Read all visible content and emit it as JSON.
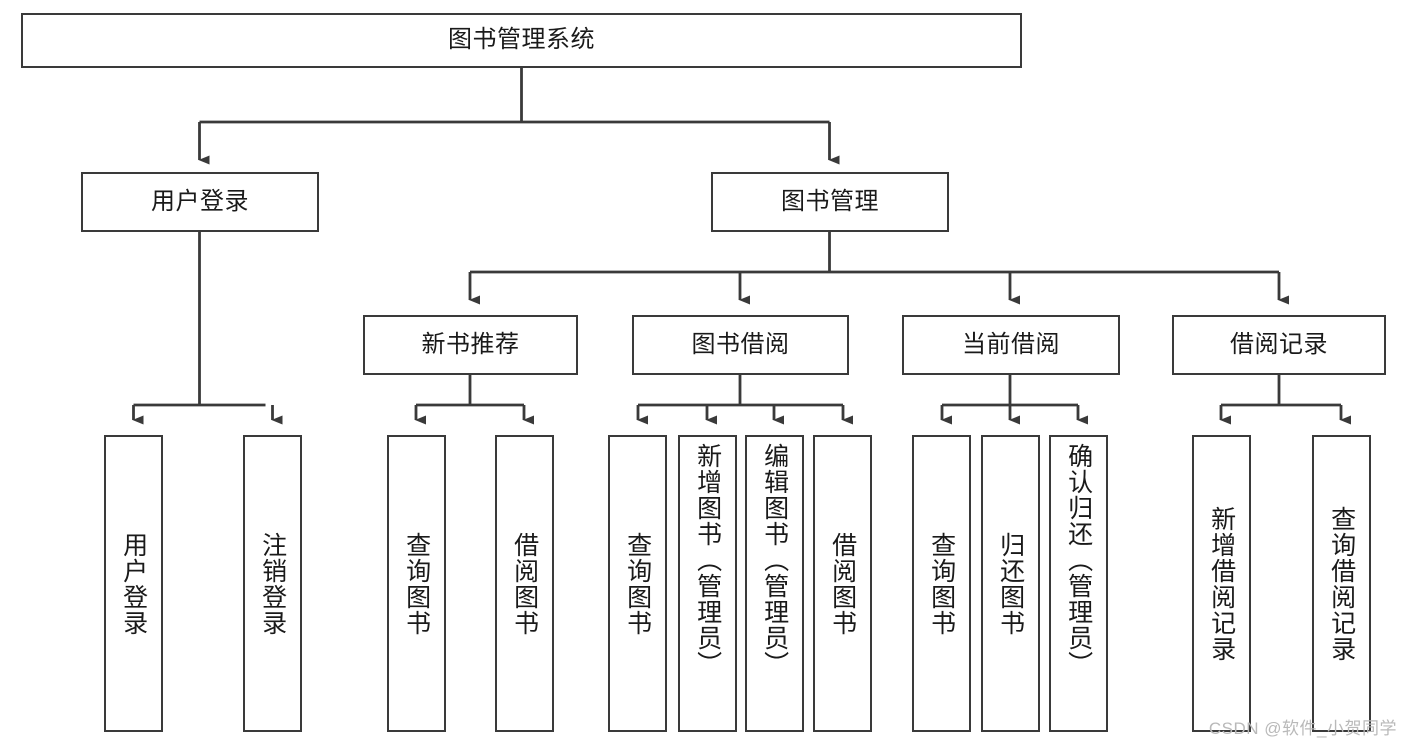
{
  "diagram": {
    "type": "tree",
    "title": "图书管理系统",
    "watermark": "CSDN @软件_小贺同学",
    "colors": {
      "node_border": "#3a3a3a",
      "node_fill": "#ffffff",
      "edge": "#3a3a3a",
      "text": "#1a1a1a",
      "watermark": "#b9b9b9",
      "background": "#ffffff"
    },
    "levels": {
      "root": {
        "label": "图书管理系统"
      },
      "level2": [
        {
          "label": "用户登录"
        },
        {
          "label": "图书管理"
        }
      ],
      "level3": [
        {
          "label": "新书推荐"
        },
        {
          "label": "图书借阅"
        },
        {
          "label": "当前借阅"
        },
        {
          "label": "借阅记录"
        }
      ],
      "level4": {
        "user_login": [
          {
            "label": "用户登录"
          },
          {
            "label": "注销登录"
          }
        ],
        "new_book_recommend": [
          {
            "label": "查询图书"
          },
          {
            "label": "借阅图书"
          }
        ],
        "book_borrow": [
          {
            "label": "查询图书"
          },
          {
            "label": "新增图书（管理员）"
          },
          {
            "label": "编辑图书（管理员）"
          },
          {
            "label": "借阅图书"
          }
        ],
        "current_borrow": [
          {
            "label": "查询图书"
          },
          {
            "label": "归还图书"
          },
          {
            "label": "确认归还（管理员）"
          }
        ],
        "borrow_record": [
          {
            "label": "新增借阅记录"
          },
          {
            "label": "查询借阅记录"
          }
        ]
      }
    }
  }
}
